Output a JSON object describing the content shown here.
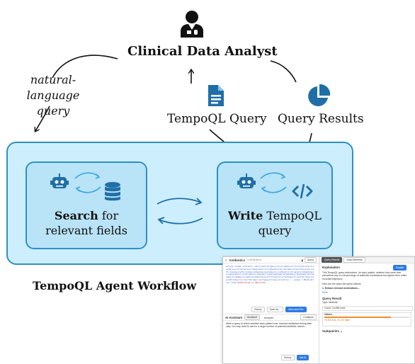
{
  "analyst": {
    "title": "Clinical Data Analyst",
    "icon": "doctor-icon"
  },
  "query_text": "natural-language\nquery",
  "tempoql_query_label": "TempoQL Query",
  "query_results_label": "Query Results",
  "workflow_title": "TempoQL Agent Workflow",
  "search_box": {
    "bold": "Search",
    "rest_line1": " for",
    "line2": "relevant fields"
  },
  "write_box": {
    "bold": "Write",
    "rest_line1": " TempoQL",
    "line2": "query"
  },
  "colors": {
    "outer_fill": "#cdeffd",
    "inner_fill": "#b9e3f6",
    "stroke": "#2f90c5",
    "icon_blue": "#1f6fa6"
  },
  "screenshot": {
    "left_title": "Antibiotics",
    "left_subtitle": "in Medications",
    "query_btn": "Query",
    "code_line": "exists (name contains (anti|bio|ticgen|cillin|amox|cillin|tetracycline|doxycycline|azoxicide|pipercilin|bacterim|ciproquin|levofloxacin|ceftriaxone|cefuroxime|cefepime|vancomycin|cefazolin|linezolid|daptomycin|gentamicin|tobramycin|amikacin|meropenem|imipenem|ertapenem|aztreonam|clindamycin|metronidazole|nitrofurantoin|fosfomycin|azithromycin|erythromycin|clarithromycin|tigecycline|colistin)) ; scope = Medications from",
    "code_tail": "#admittime to #mortime",
    "history_btn": "History",
    "save_btn": "Save As...",
    "save_run_btn": "Save and Run",
    "assistant_label": "AI Assistant",
    "assistant_tab": "Assistant",
    "answer_tab": "Answer",
    "config_btn": "Configure",
    "assistant_text": "Write a query to check whether each patient ever received antibiotics during their stay. You may need to ask for a large number of potential antibiotic names.",
    "history_btn2": "History",
    "ask_btn": "Ask AI",
    "tab_results": "Query Results",
    "tab_elements": "Data Elements",
    "explanation": "Explanation",
    "explain_btn": "Explain",
    "explain_text": "This TempoQL query determines, for each patient, whether they were ever prescribed any of a broad range of antibiotic medications throughout their entire recorded trajectory.",
    "steps_text": "Here are the steps the query follows:",
    "step1": "1. Extract relevant medications...",
    "more": "More",
    "query_result": "Query Result",
    "type_label": "Type: Attribute",
    "count_label": "Count: 24,456 rows",
    "values_label": "Values",
    "true_pct": "78.6% true, 21.4% false",
    "subqueries": "Subqueries"
  }
}
